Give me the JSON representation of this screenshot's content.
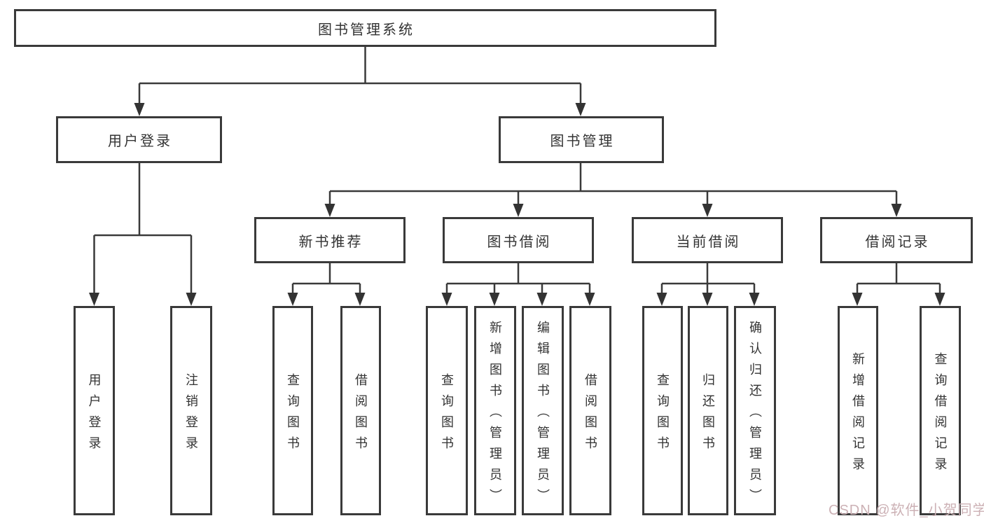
{
  "diagram": {
    "title": "图书管理系统",
    "watermark": "CSDN @软件_小贺同学",
    "colors": {
      "line": "#3a3a3a",
      "box_border": "#3a3a3a",
      "text": "#333333",
      "background": "#ffffff",
      "watermark": "#ccb1b5"
    },
    "tree": {
      "root": {
        "label": "图书管理系统"
      },
      "level2": [
        {
          "label": "用户登录"
        },
        {
          "label": "图书管理"
        }
      ],
      "level3": [
        {
          "label": "新书推荐"
        },
        {
          "label": "图书借阅"
        },
        {
          "label": "当前借阅"
        },
        {
          "label": "借阅记录"
        }
      ],
      "leaves": {
        "user_login": [
          "用户登录",
          "注销登录"
        ],
        "new_book_recommend": [
          "查询图书",
          "借阅图书"
        ],
        "book_borrow": [
          "查询图书",
          "新增图书（管理员）",
          "编辑图书（管理员）",
          "借阅图书"
        ],
        "current_borrow": [
          "查询图书",
          "归还图书",
          "确认归还（管理员）"
        ],
        "borrow_record": [
          "新增借阅记录",
          "查询借阅记录"
        ]
      }
    }
  }
}
